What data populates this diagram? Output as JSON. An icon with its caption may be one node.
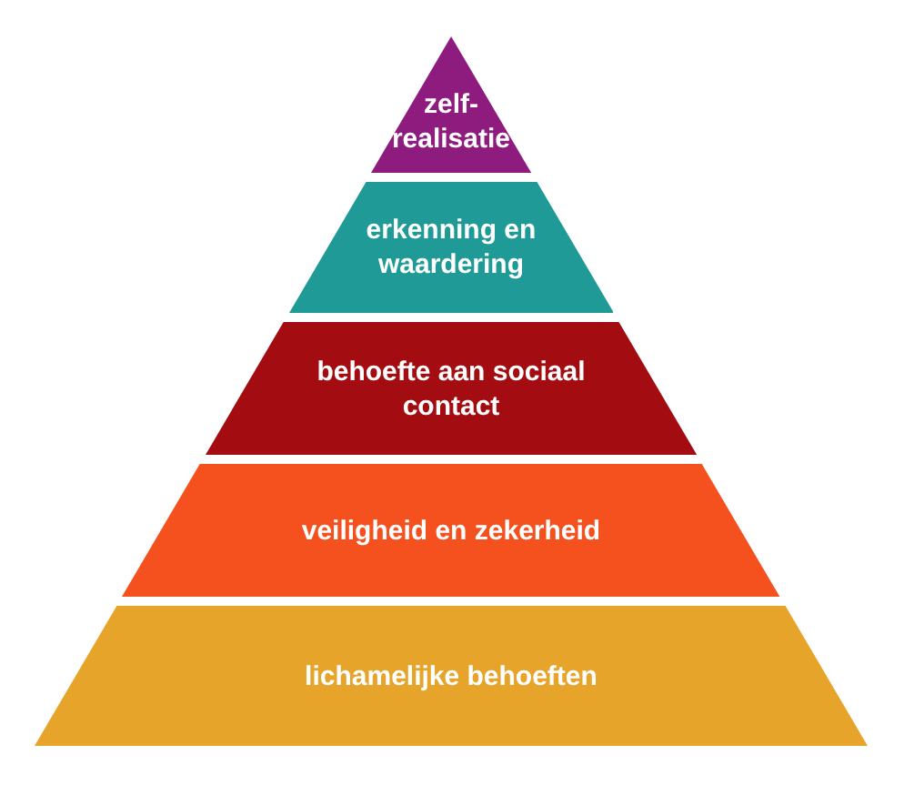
{
  "diagram": {
    "nodes": [
      {
        "text": [
          "zelf-realisatie"
        ]
      },
      {
        "text": [
          "erkenning en waardering"
        ]
      },
      {
        "text": [
          "behoefte aan sociaal contact"
        ]
      },
      {
        "text": [
          "veiligheid en zekerheid"
        ]
      },
      {
        "text": [
          "lichamelijke behoeften"
        ]
      }
    ]
  }
}
